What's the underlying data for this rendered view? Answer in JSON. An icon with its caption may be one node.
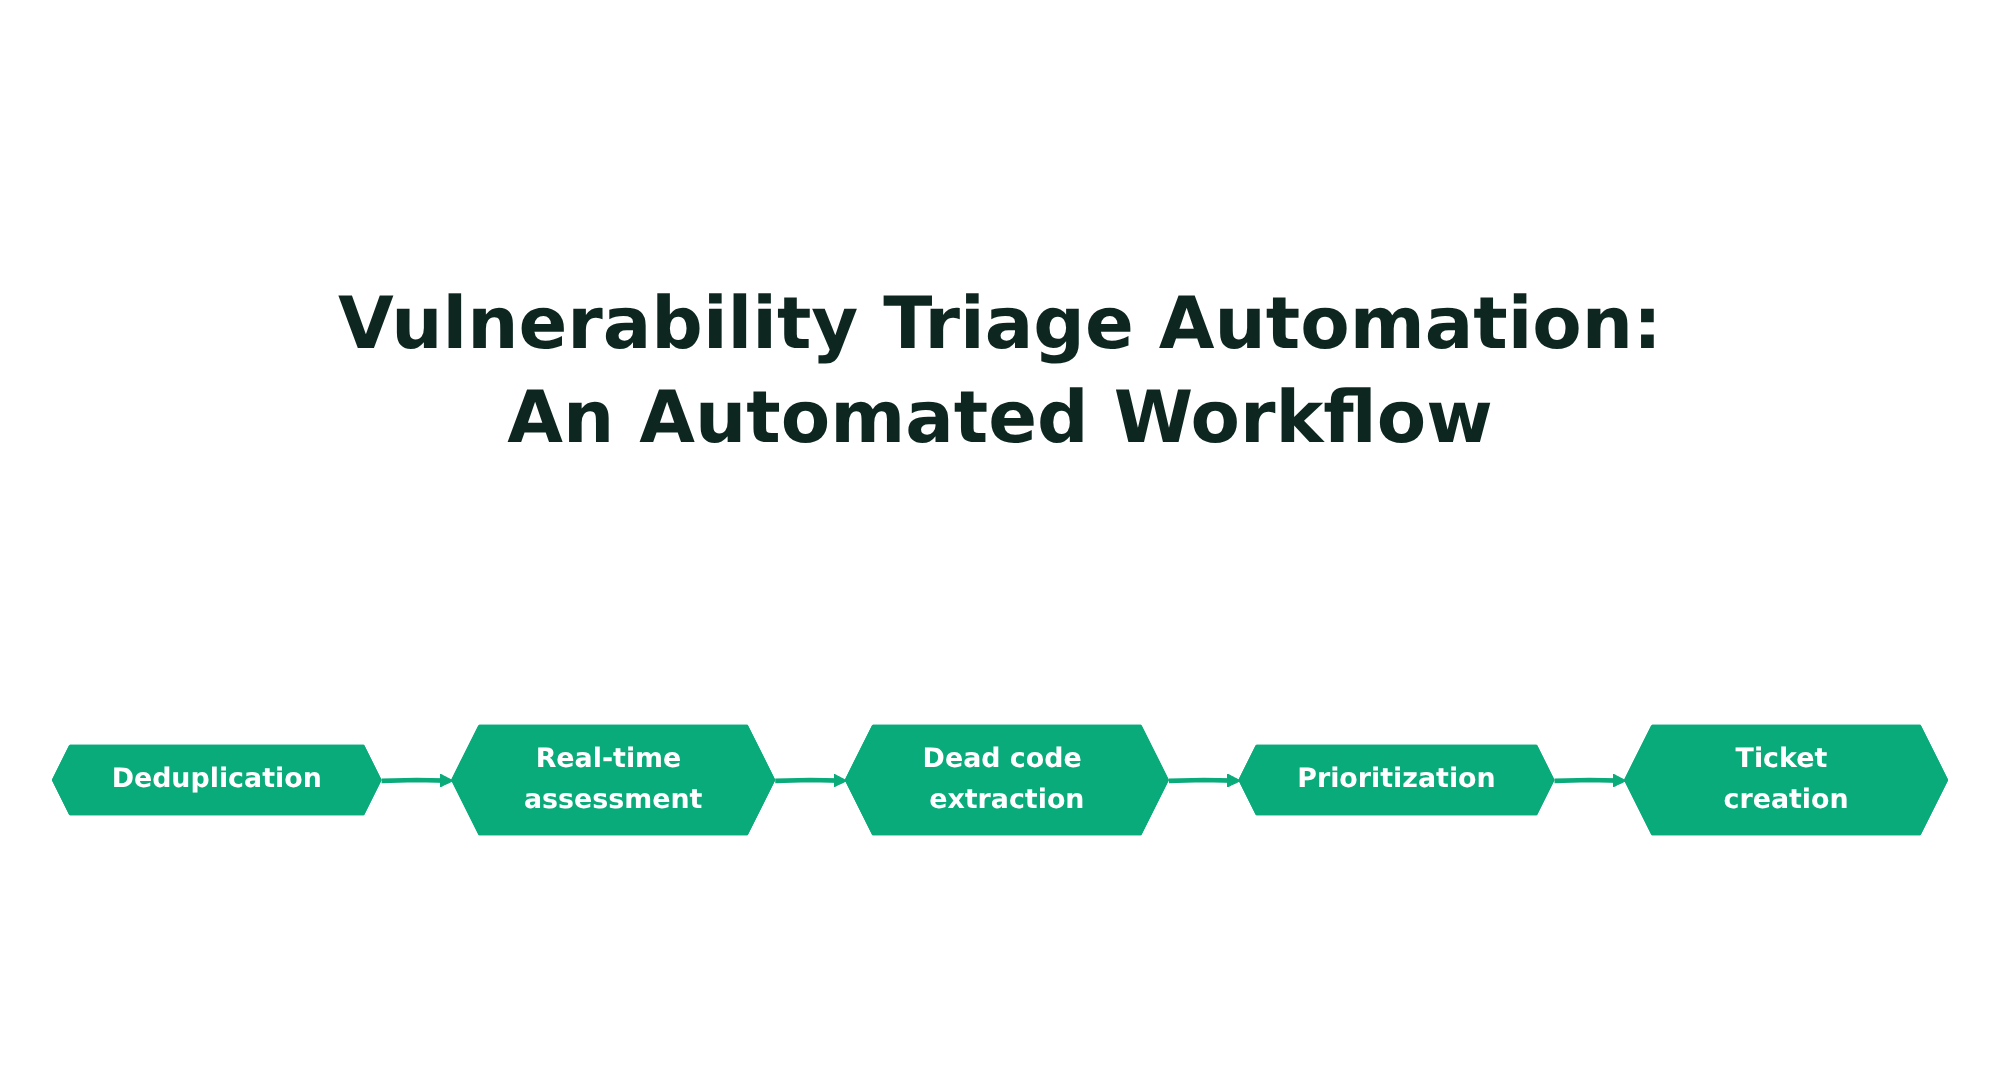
{
  "diagram": {
    "title": "Vulnerability Triage Automation: An Automated Workflow",
    "nodes": [
      {
        "text": [
          "Deduplication"
        ]
      },
      {
        "text": [
          "Real-time assessment"
        ]
      },
      {
        "text": [
          "Dead code extraction"
        ]
      },
      {
        "text": [
          "Prioritization"
        ]
      },
      {
        "text": [
          "Ticket creation"
        ]
      }
    ],
    "edges": [
      {
        "from": 0,
        "to": 1,
        "arrow": "to"
      },
      {
        "from": 1,
        "to": 2,
        "arrow": "to"
      },
      {
        "from": 2,
        "to": 3,
        "arrow": "to"
      },
      {
        "from": 3,
        "to": 4,
        "arrow": "to"
      }
    ]
  }
}
